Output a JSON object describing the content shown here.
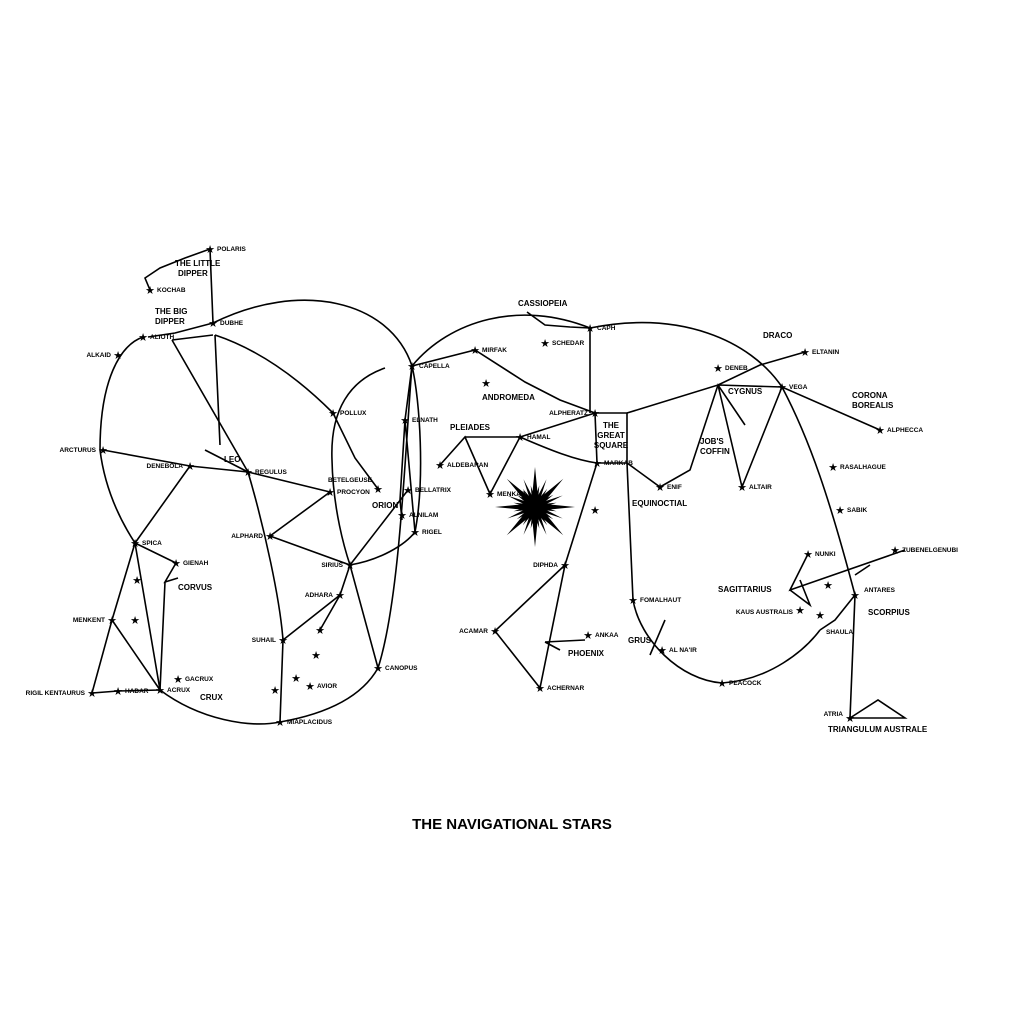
{
  "title": "THE NAVIGATIONAL STARS",
  "stars": [
    "POLARIS",
    "KOCHAB",
    "DUBHE",
    "ALIOTH",
    "ALKAID",
    "ARCTURUS",
    "DENEBOLA",
    "REGULUS",
    "SPICA",
    "GIENAH",
    "MENKENT",
    "RIGIL KENTAURUS",
    "HADAR",
    "ACRUX",
    "GACRUX",
    "POLLUX",
    "PROCYON",
    "BETELGEUSE",
    "BELLATRIX",
    "ALNILAM",
    "RIGEL",
    "ALPHARD",
    "SIRIUS",
    "ADHARA",
    "SUHAIL",
    "MIAPLACIDUS",
    "AVIOR",
    "CANOPUS",
    "CAPELLA",
    "ELNATH",
    "ALDEBARAN",
    "MIRFAK",
    "MENKAR",
    "HAMAL",
    "SCHEDAR",
    "CAPH",
    "ALPHERATZ",
    "MARKAB",
    "ENIF",
    "DENEB",
    "ALTAIR",
    "VEGA",
    "ELTANIN",
    "ALPHECCA",
    "RASALHAGUE",
    "DIPHDA",
    "ACAMAR",
    "ANKAA",
    "ACHERNAR",
    "FOMALHAUT",
    "AL NA'IR",
    "PEACOCK",
    "NUNKI",
    "KAUS AUSTRALIS",
    "ANTARES",
    "SHAULA",
    "SABIK",
    "ZUBENELGENUBI",
    "ATRIA"
  ],
  "constellations": [
    "THE LITTLE",
    "DIPPER",
    "THE BIG",
    "DIPPER",
    "LEO",
    "CORVUS",
    "CRUX",
    "ORION",
    "PLEIADES",
    "ANDROMEDA",
    "CASSIOPEIA",
    "THE",
    "GREAT",
    "SQUARE",
    "CYGNUS",
    "JOB'S",
    "COFFIN",
    "DRACO",
    "CORONA",
    "BOREALIS",
    "EQUINOCTIAL",
    "PHOENIX",
    "GRUS",
    "SAGITTARIUS",
    "SCORPIUS",
    "TRIANGULUM AUSTRALE"
  ]
}
